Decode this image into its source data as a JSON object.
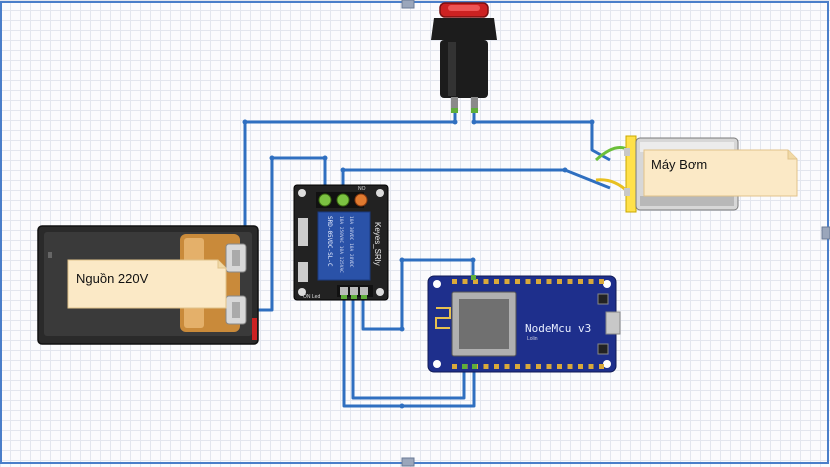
{
  "labels": {
    "power": "Nguồn 220V",
    "pump": "Máy Bơm",
    "nodemcu": "NodeMcu  v3",
    "nodemcu_small": "Lolin",
    "relay_brand": "Keyes_SRly",
    "relay_model": "SRD-05VDC-SL-C",
    "relay_spec_1": "10A 250VAC  10A 125VAC",
    "relay_spec_2": "10A 30VDC  10A 28VDC",
    "relay_terminal_no": "NO",
    "relay_led": "ON  Led"
  },
  "colors": {
    "wire": "#2f6fc0",
    "board_blue": "#1e2f8c",
    "relay_black": "#222222",
    "note_fill": "#fbe9c6",
    "battery_orange": "#c98a3a",
    "button_red": "#cc2222",
    "selection": "#4a7ec9"
  },
  "icons": {
    "button": "push-button-icon",
    "battery": "battery-icon",
    "relay": "relay-module-icon",
    "pump": "dc-motor-icon",
    "board": "nodemcu-board-icon"
  }
}
